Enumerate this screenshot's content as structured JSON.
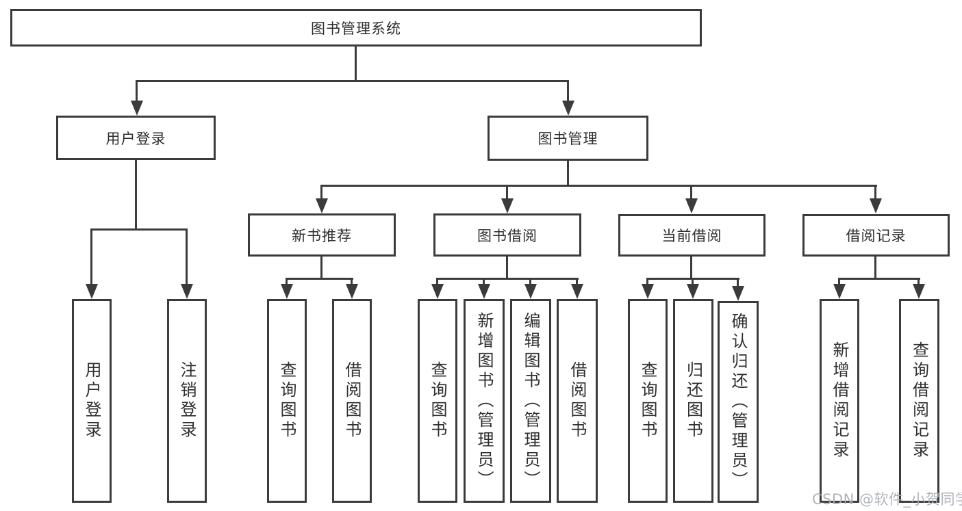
{
  "colors": {
    "line": "#3b3b3b",
    "text": "#2f2f2f",
    "watermark": "#a9aeb6",
    "background": "#ffffff"
  },
  "watermark": {
    "text": "CSDN @软件_小贺同学"
  },
  "tree": {
    "label": "图书管理系统",
    "children": [
      {
        "label": "用户登录",
        "children": [
          {
            "label": "用户登录"
          },
          {
            "label": "注销登录"
          }
        ]
      },
      {
        "label": "图书管理",
        "children": [
          {
            "label": "新书推荐",
            "children": [
              {
                "label": "查询图书"
              },
              {
                "label": "借阅图书"
              }
            ]
          },
          {
            "label": "图书借阅",
            "children": [
              {
                "label": "查询图书"
              },
              {
                "label": "新增图书（管理员）"
              },
              {
                "label": "编辑图书（管理员）"
              },
              {
                "label": "借阅图书"
              }
            ]
          },
          {
            "label": "当前借阅",
            "children": [
              {
                "label": "查询图书"
              },
              {
                "label": "归还图书"
              },
              {
                "label": "确认归还（管理员）"
              }
            ]
          },
          {
            "label": "借阅记录",
            "children": [
              {
                "label": "新增借阅记录"
              },
              {
                "label": "查询借阅记录"
              }
            ]
          }
        ]
      }
    ]
  }
}
